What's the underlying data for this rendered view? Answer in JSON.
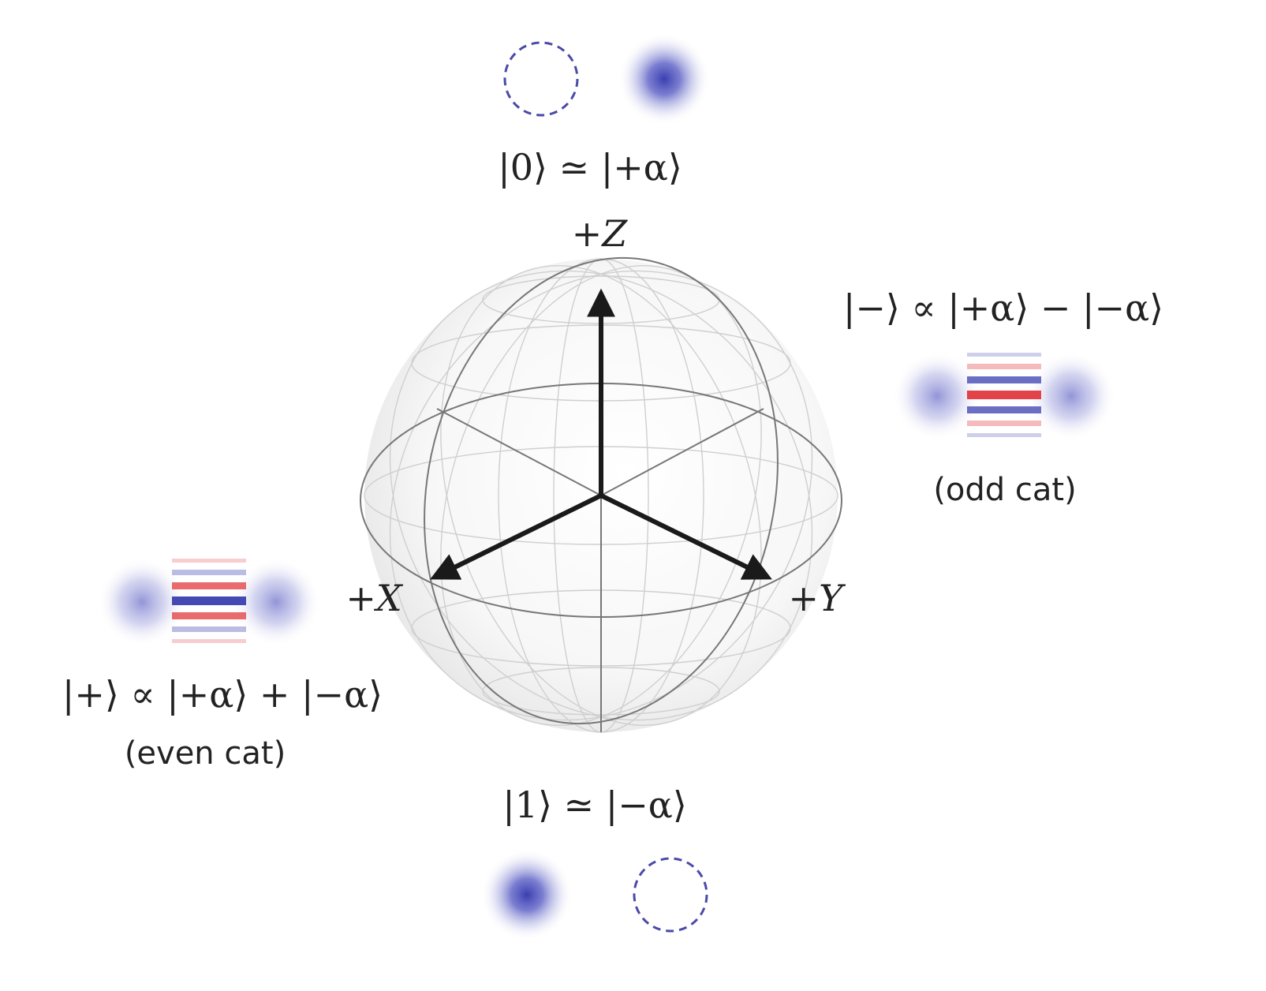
{
  "diagram": {
    "axes": {
      "z_label": "+Z",
      "x_label": "+X",
      "y_label": "+Y"
    },
    "states": {
      "zero": {
        "label": "|0⟩ ≃ |+α⟩"
      },
      "one": {
        "label": "|1⟩ ≃ |−α⟩"
      },
      "plus": {
        "label": "|+⟩ ∝ |+α⟩ + |−α⟩",
        "caption": "(even cat)"
      },
      "minus": {
        "label": "|−⟩ ∝ |+α⟩ − |−α⟩",
        "caption": "(odd cat)"
      }
    },
    "colors": {
      "sphere_line": "#777777",
      "arrow": "#1a1a1a",
      "positive": "#3a3fb0",
      "negative": "#e0393e",
      "dashed_circle": "#4a4aa8"
    }
  }
}
